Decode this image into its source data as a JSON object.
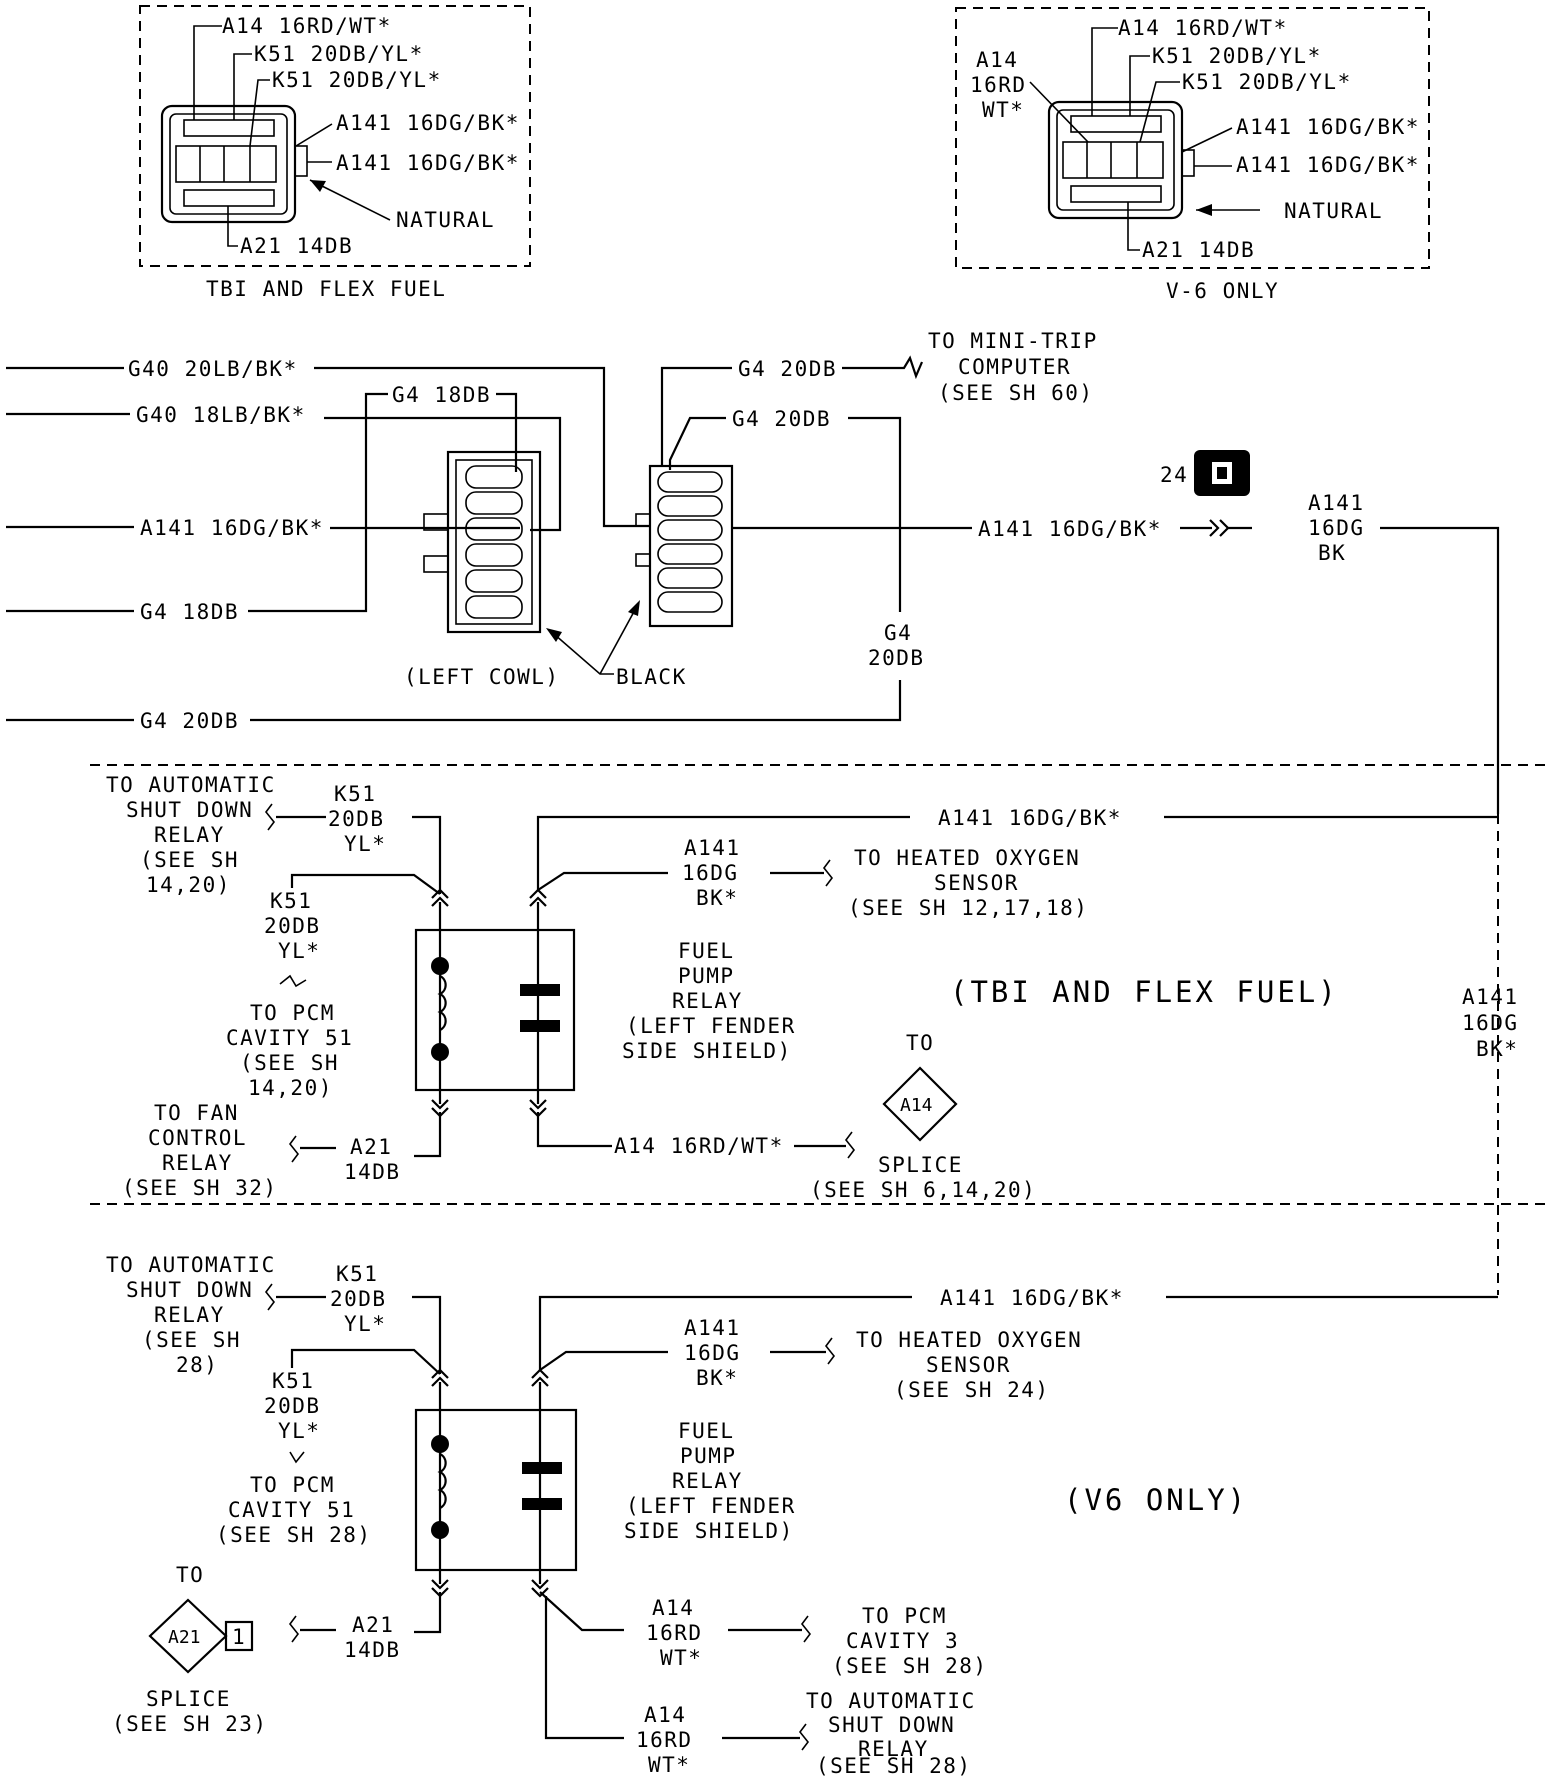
{
  "insets": {
    "tbi": {
      "caption": "TBI AND FLEX FUEL",
      "a14": "A14 16RD/WT*",
      "k51_1": "K51 20DB/YL*",
      "k51_2": "K51 20DB/YL*",
      "a141_1": "A141 16DG/BK*",
      "a141_2": "A141 16DG/BK*",
      "natural": "NATURAL",
      "a21": "A21 14DB"
    },
    "v6": {
      "caption": "V-6 ONLY",
      "a14_top": "A14 16RD/WT*",
      "a14_side": [
        "A14",
        "16RD",
        "WT*"
      ],
      "k51_1": "K51 20DB/YL*",
      "k51_2": "K51 20DB/YL*",
      "a141_1": "A141 16DG/BK*",
      "a141_2": "A141 16DG/BK*",
      "natural": "NATURAL",
      "a21": "A21 14DB"
    }
  },
  "connectors": {
    "g40_20": "G40 20LB/BK*",
    "g40_18": "G40 18LB/BK*",
    "a141_left": "A141 16DG/BK*",
    "g4_18_left": "G4 18DB",
    "g4_18_top": "G4 18DB",
    "g4_20_bottom": "G4 20DB",
    "g4_20_top1": "G4 20DB",
    "g4_20_top2": "G4 20DB",
    "g4_20_vert": [
      "G4",
      "20DB"
    ],
    "mini_trip": [
      "TO MINI-TRIP",
      "COMPUTER",
      "(SEE SH 60)"
    ],
    "left_cowl": "(LEFT COWL)",
    "black": "BLACK",
    "a141_mid": "A141 16DG/BK*",
    "a141_right": [
      "A141",
      "16DG",
      "BK"
    ],
    "ground_num": "24"
  },
  "right_wire": [
    "A141",
    "16DG",
    "BK*"
  ],
  "tbi_section": {
    "title": "(TBI AND FLEX FUEL)",
    "asd": [
      "TO AUTOMATIC",
      "SHUT DOWN",
      "RELAY",
      "(SEE SH",
      "14,20)"
    ],
    "k51_a": [
      "K51",
      "20DB",
      "YL*"
    ],
    "k51_b": [
      "K51",
      "20DB",
      "YL*"
    ],
    "pcm": [
      "TO PCM",
      "CAVITY 51",
      "(SEE SH",
      "14,20)"
    ],
    "fan": [
      "TO FAN",
      "CONTROL",
      "RELAY",
      "(SEE SH 32)"
    ],
    "a21": [
      "A21",
      "14DB"
    ],
    "a141_top": "A141 16DG/BK*",
    "a141_o2": [
      "A141",
      "16DG",
      "BK*"
    ],
    "o2": [
      "TO HEATED OXYGEN",
      "SENSOR",
      "(SEE SH 12,17,18)"
    ],
    "relay": [
      "FUEL",
      "PUMP",
      "RELAY",
      "(LEFT FENDER",
      "SIDE SHIELD)"
    ],
    "a14": "A14 16RD/WT*",
    "to": "TO",
    "splice_id": "A14",
    "splice": [
      "SPLICE",
      "(SEE SH 6,14,20)"
    ]
  },
  "v6_section": {
    "title": "(V6 ONLY)",
    "asd": [
      "TO AUTOMATIC",
      "SHUT DOWN",
      "RELAY",
      "(SEE SH",
      "28)"
    ],
    "k51_a": [
      "K51",
      "20DB",
      "YL*"
    ],
    "k51_b": [
      "K51",
      "20DB",
      "YL*"
    ],
    "pcm": [
      "TO PCM",
      "CAVITY 51",
      "(SEE SH 28)"
    ],
    "a141_top": "A141 16DG/BK*",
    "a141_o2": [
      "A141",
      "16DG",
      "BK*"
    ],
    "o2": [
      "TO HEATED OXYGEN",
      "SENSOR",
      "(SEE SH 24)"
    ],
    "relay": [
      "FUEL",
      "PUMP",
      "RELAY",
      "(LEFT FENDER",
      "SIDE SHIELD)"
    ],
    "to": "TO",
    "splice_id": "A21",
    "splice_num": "1",
    "splice": [
      "SPLICE",
      "(SEE SH 23)"
    ],
    "a21": [
      "A21",
      "14DB"
    ],
    "a14_a": [
      "A14",
      "16RD",
      "WT*"
    ],
    "pcm3": [
      "TO PCM",
      "CAVITY 3",
      "(SEE SH 28)"
    ],
    "a14_b": [
      "A14",
      "16RD",
      "WT*"
    ],
    "asd2": [
      "TO AUTOMATIC",
      "SHUT DOWN",
      "RELAY",
      "(SEE SH 28)"
    ]
  }
}
